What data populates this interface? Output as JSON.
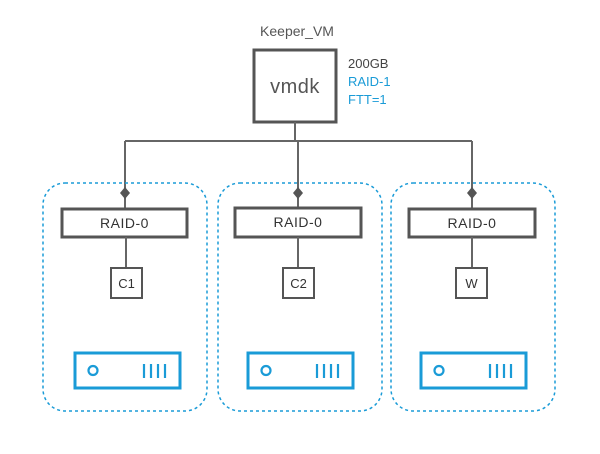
{
  "vm": {
    "name": "Keeper_VM",
    "disk_label": "vmdk",
    "size": "200GB",
    "policy_raid": "RAID-1",
    "policy_ftt": "FTT=1"
  },
  "hosts": [
    {
      "raid_label": "RAID-0",
      "component": "C1"
    },
    {
      "raid_label": "RAID-0",
      "component": "C2"
    },
    {
      "raid_label": "RAID-0",
      "component": "W"
    }
  ],
  "colors": {
    "accent": "#1a9bd7",
    "line": "#555555",
    "text": "#333333"
  },
  "icons": {
    "host": "server-icon",
    "connector": "diamond-connector-icon"
  }
}
